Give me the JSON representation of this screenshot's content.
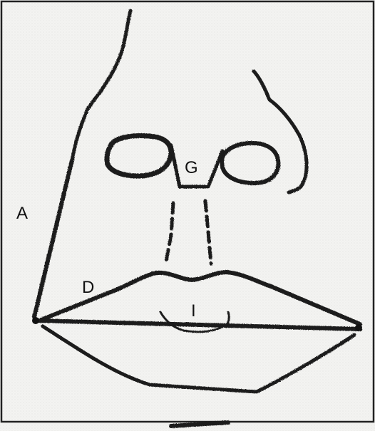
{
  "labels": {
    "a": "A",
    "d": "D",
    "g": "G",
    "i": "I"
  },
  "colors": {
    "paper": "#f1f1ef",
    "ink": "#1a1a1a",
    "border": "#222222"
  }
}
